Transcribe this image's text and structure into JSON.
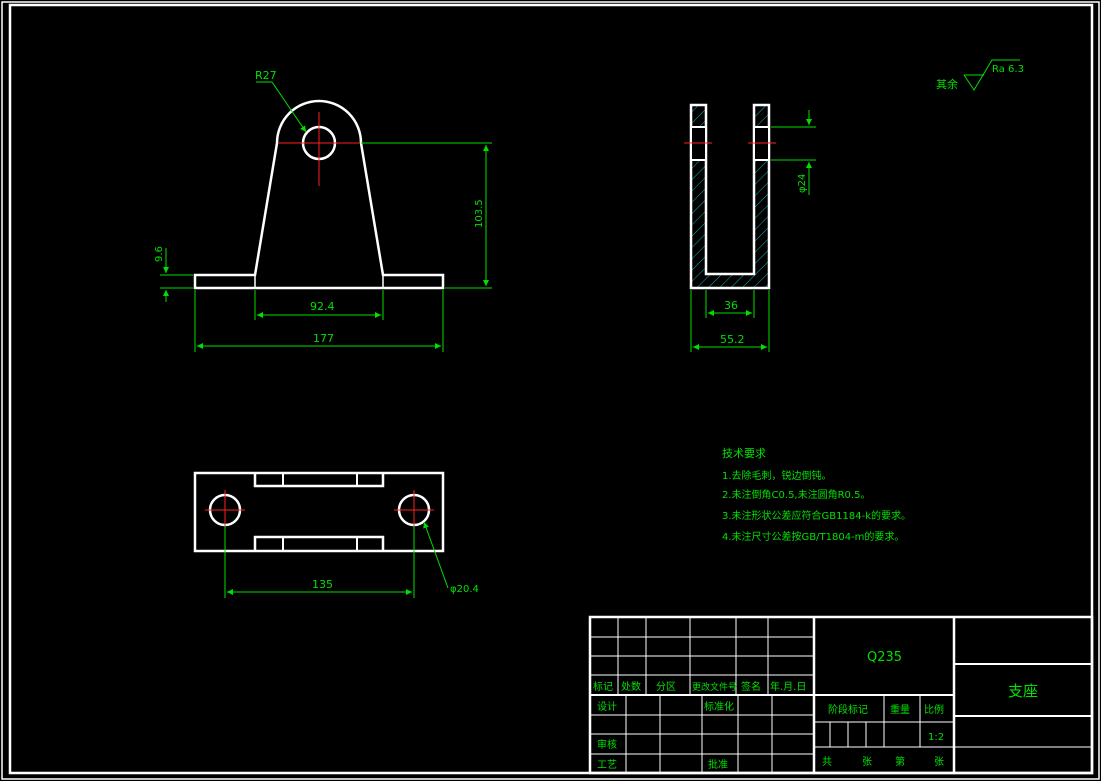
{
  "colors": {
    "background": "#000000",
    "outline": "#ffffff",
    "dimension": "#00e000",
    "centerline": "#ff2020",
    "hatch": "#10b0b8"
  },
  "front_view": {
    "radius_label": "R27",
    "height_label": "103.5",
    "base_thickness_label": "9.6",
    "inner_width_label": "92.4",
    "overall_width_label": "177"
  },
  "side_view": {
    "hole_dia_label": "φ24",
    "slot_width_label": "36",
    "overall_width_label": "55.2"
  },
  "top_view": {
    "hole_spacing_label": "135",
    "hole_dia_label": "φ20.4"
  },
  "surface_finish": {
    "prefix": "其余",
    "value": "Ra 6.3"
  },
  "tech_requirements": {
    "title": "技术要求",
    "items": [
      "1.去除毛刺，锐边倒钝。",
      "2.未注倒角C0.5,未注圆角R0.5。",
      "3.未注形状公差应符合GB1184-k的要求。",
      "4.未注尺寸公差按GB/T1804-m的要求。"
    ]
  },
  "title_block": {
    "revision_headers": [
      "标记",
      "处数",
      "分区",
      "更改文件号",
      "签名",
      "年.月.日"
    ],
    "design": "设计",
    "standardization": "标准化",
    "review": "审核",
    "process": "工艺",
    "approve": "批准",
    "material": "Q235",
    "stage_mark": "阶段标记",
    "weight": "重量",
    "scale": "比例",
    "scale_value": "1:2",
    "sheet_total": "共",
    "sheet_unit1": "张",
    "sheet_no": "第",
    "sheet_unit2": "张",
    "part_name": "支座"
  }
}
